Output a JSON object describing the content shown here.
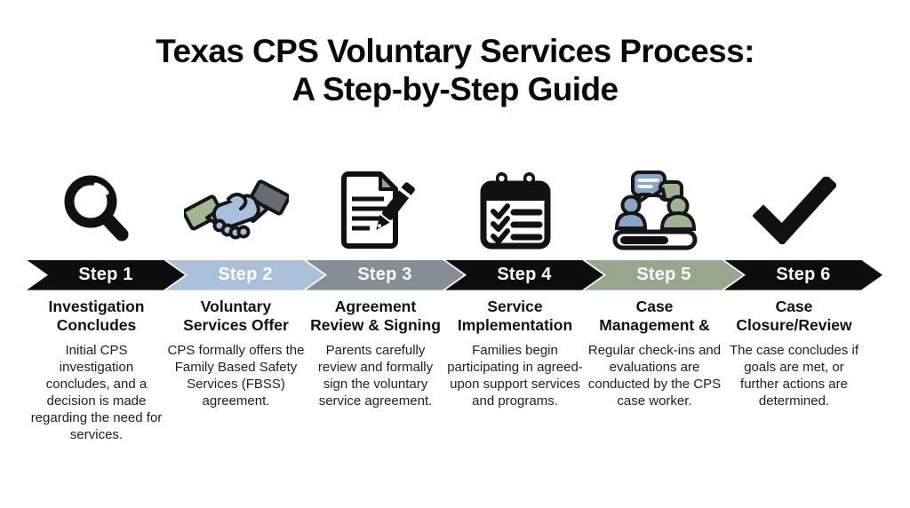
{
  "title": {
    "line1": "Texas CPS Voluntary Services Process:",
    "line2": "A Step-by-Step Guide"
  },
  "colors": {
    "banner_black": "#0d0d0d",
    "banner_steel_blue": "#a9bfda",
    "banner_slate_gray": "#868d97",
    "banner_sage_green": "#96a78e",
    "step_label_text": "#ffffff",
    "icon_hand_blue": "#a9c0dc",
    "icon_cuff_green": "#a2b794",
    "icon_cuff_gray": "#686d75",
    "icon_person_blue": "#8ba3c7",
    "icon_person_green": "#9cb292",
    "icon_fold_gray": "#9a9a9a",
    "icon_black": "#111111"
  },
  "steps": [
    {
      "label": "Step 1",
      "banner_color": "#0d0d0d",
      "icon": "magnifier-icon",
      "heading_lines": [
        "Investigation",
        "Concludes"
      ],
      "body": "Initial CPS investigation concludes, and a decision is made regarding the need for services."
    },
    {
      "label": "Step 2",
      "banner_color": "#a9bfda",
      "icon": "handshake-icon",
      "heading_lines": [
        "Voluntary",
        "Services Offer"
      ],
      "body": "CPS formally offers the Family Based Safety Services (FBSS) agreement."
    },
    {
      "label": "Step 3",
      "banner_color": "#868d97",
      "icon": "document-pen-icon",
      "heading_lines": [
        "Agreement",
        "Review & Signing"
      ],
      "body": "Parents carefully review and formally sign the voluntary service agreement."
    },
    {
      "label": "Step 4",
      "banner_color": "#0d0d0d",
      "icon": "checklist-icon",
      "heading_lines": [
        "Service",
        "Implementation"
      ],
      "body": "Families begin participating in agreed-upon support services and programs."
    },
    {
      "label": "Step 5",
      "banner_color": "#96a78e",
      "icon": "case-management-icon",
      "heading_lines": [
        "Case",
        "Management &"
      ],
      "body": "Regular check-ins and evaluations are conducted by the CPS case worker."
    },
    {
      "label": "Step 6",
      "banner_color": "#0d0d0d",
      "icon": "checkmark-icon",
      "heading_lines": [
        "Case",
        "Closure/Review"
      ],
      "body": "The case concludes if goals are met, or further actions are determined."
    }
  ]
}
